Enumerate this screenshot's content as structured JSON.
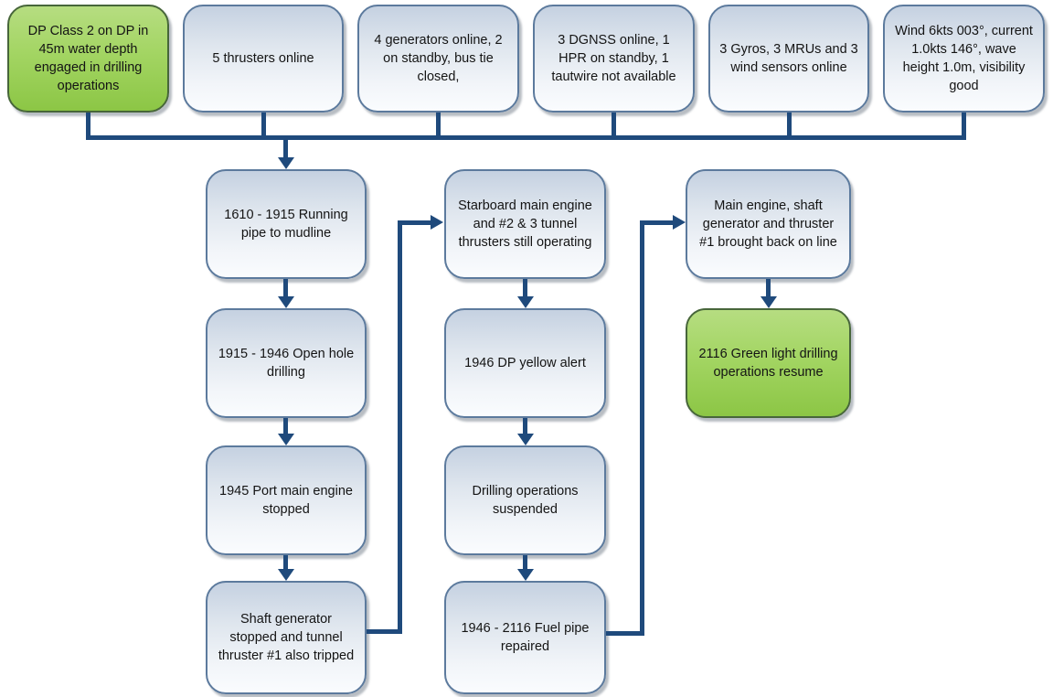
{
  "colors": {
    "connector_blue": "#1f4a7c",
    "node_border_blue": "#5c7a9d",
    "node_fill_top_blue": "#c5d1e1",
    "node_fill_bottom_blue": "#fafcfe",
    "highlight_border_green": "#47663a",
    "highlight_fill_top_green": "#b6dd81",
    "highlight_fill_bottom_green": "#8cc645",
    "text": "#141414"
  },
  "top_row": [
    {
      "text": "DP Class 2 on DP in 45m water depth engaged in drilling operations",
      "highlight": true
    },
    {
      "text": "5 thrusters online",
      "highlight": false
    },
    {
      "text": "4 generators online, 2 on standby, bus tie closed,",
      "highlight": false
    },
    {
      "text": "3 DGNSS online, 1 HPR on standby, 1 tautwire not available",
      "highlight": false
    },
    {
      "text": "3 Gyros, 3 MRUs and 3 wind sensors online",
      "highlight": false
    },
    {
      "text": "Wind 6kts 003°, current 1.0kts 146°, wave height 1.0m, visibility good",
      "highlight": false
    }
  ],
  "column1": [
    {
      "text": "1610 - 1915 Running pipe to mudline",
      "highlight": false
    },
    {
      "text": "1915 - 1946 Open hole drilling",
      "highlight": false
    },
    {
      "text": "1945 Port main engine stopped",
      "highlight": false
    },
    {
      "text": "Shaft generator stopped and tunnel thruster #1 also tripped",
      "highlight": false
    }
  ],
  "column2": [
    {
      "text": "Starboard main engine and #2 & 3 tunnel thrusters still operating",
      "highlight": false
    },
    {
      "text": "1946 DP yellow alert",
      "highlight": false
    },
    {
      "text": "Drilling operations suspended",
      "highlight": false
    },
    {
      "text": "1946 - 2116 Fuel pipe repaired",
      "highlight": false
    }
  ],
  "column3": [
    {
      "text": "Main engine, shaft generator and thruster #1 brought back on line",
      "highlight": false
    },
    {
      "text": "2116 Green light drilling operations resume",
      "highlight": true
    }
  ]
}
